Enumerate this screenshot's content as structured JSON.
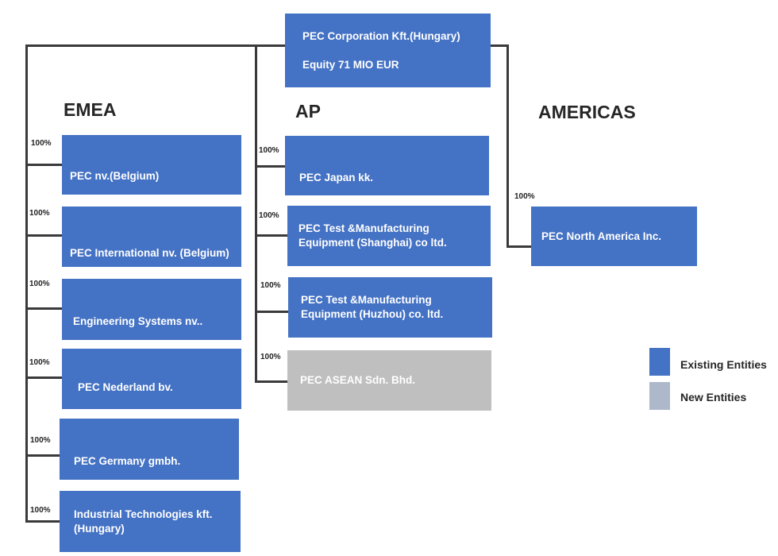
{
  "root": {
    "name": "PEC Corporation Kft.(Hungary)",
    "equity": "Equity 71 MIO EUR"
  },
  "regions": {
    "emea": "EMEA",
    "ap": "AP",
    "americas": "AMERICAS"
  },
  "entities": {
    "emea": [
      {
        "name": "PEC nv.(Belgium)",
        "ownership": "100%",
        "status": "existing"
      },
      {
        "name": "PEC International nv. (Belgium)",
        "ownership": "100%",
        "status": "existing"
      },
      {
        "name": "Engineering Systems nv..",
        "ownership": "100%",
        "status": "existing"
      },
      {
        "name": "PEC Nederland bv.",
        "ownership": "100%",
        "status": "existing"
      },
      {
        "name": "PEC Germany gmbh.",
        "ownership": "100%",
        "status": "existing"
      },
      {
        "name": "Industrial Technologies kft.\n(Hungary)",
        "ownership": "100%",
        "status": "existing"
      }
    ],
    "ap": [
      {
        "name": "PEC Japan kk.",
        "ownership": "100%",
        "status": "existing"
      },
      {
        "name": "PEC Test &Manufacturing\nEquipment (Shanghai) co ltd.",
        "ownership": "100%",
        "status": "existing"
      },
      {
        "name": "PEC Test &Manufacturing\nEquipment (Huzhou) co. ltd.",
        "ownership": "100%",
        "status": "existing"
      },
      {
        "name": "PEC ASEAN Sdn. Bhd.",
        "ownership": "100%",
        "status": "new"
      }
    ],
    "americas": [
      {
        "name": "PEC North America Inc.",
        "ownership": "100%",
        "status": "existing"
      }
    ]
  },
  "legend": {
    "existing": {
      "label": "Existing Entities",
      "color": "#4472c4"
    },
    "new": {
      "label": "New Entities",
      "color": "#adb9ca"
    }
  },
  "colors": {
    "existing_box": "#4472c4",
    "new_box": "#bfbfbf",
    "connector": "#3a3a3a"
  }
}
